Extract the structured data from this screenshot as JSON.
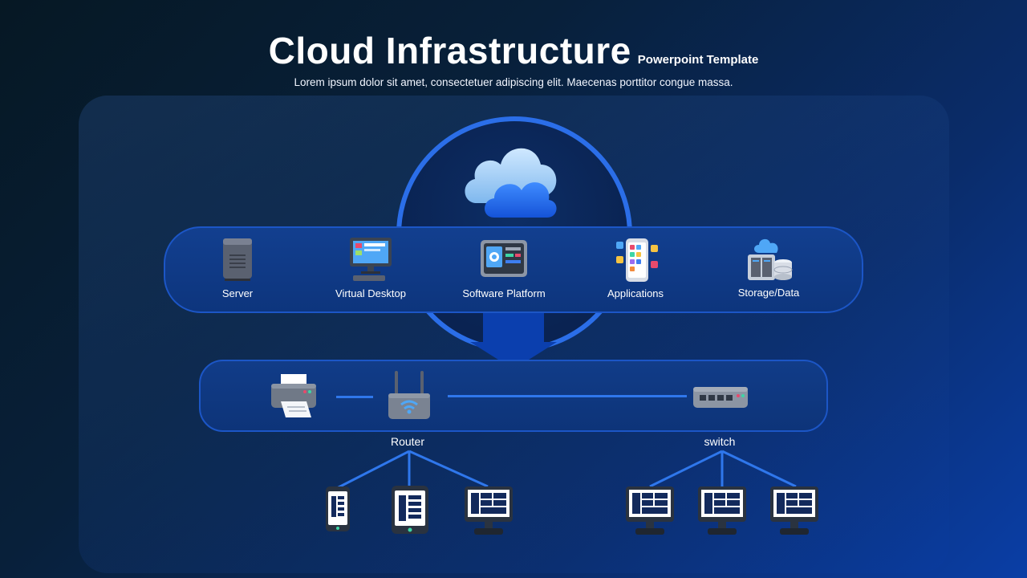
{
  "header": {
    "title": "Cloud Infrastructure",
    "title_suffix": "Powerpoint Template",
    "subtitle": "Lorem ipsum dolor sit amet, consectetuer adipiscing elit. Maecenas porttitor congue massa."
  },
  "services": [
    {
      "label": "Server",
      "icon": "server-icon"
    },
    {
      "label": "Virtual Desktop",
      "icon": "desktop-icon"
    },
    {
      "label": "Software Platform",
      "icon": "software-platform-icon"
    },
    {
      "label": "Applications",
      "icon": "applications-icon"
    },
    {
      "label": "Storage/Data",
      "icon": "storage-icon"
    }
  ],
  "network": {
    "router_label": "Router",
    "switch_label": "switch"
  },
  "colors": {
    "accent": "#2b6ee8",
    "band": "#123f8f",
    "arrow": "#0b3fae"
  }
}
